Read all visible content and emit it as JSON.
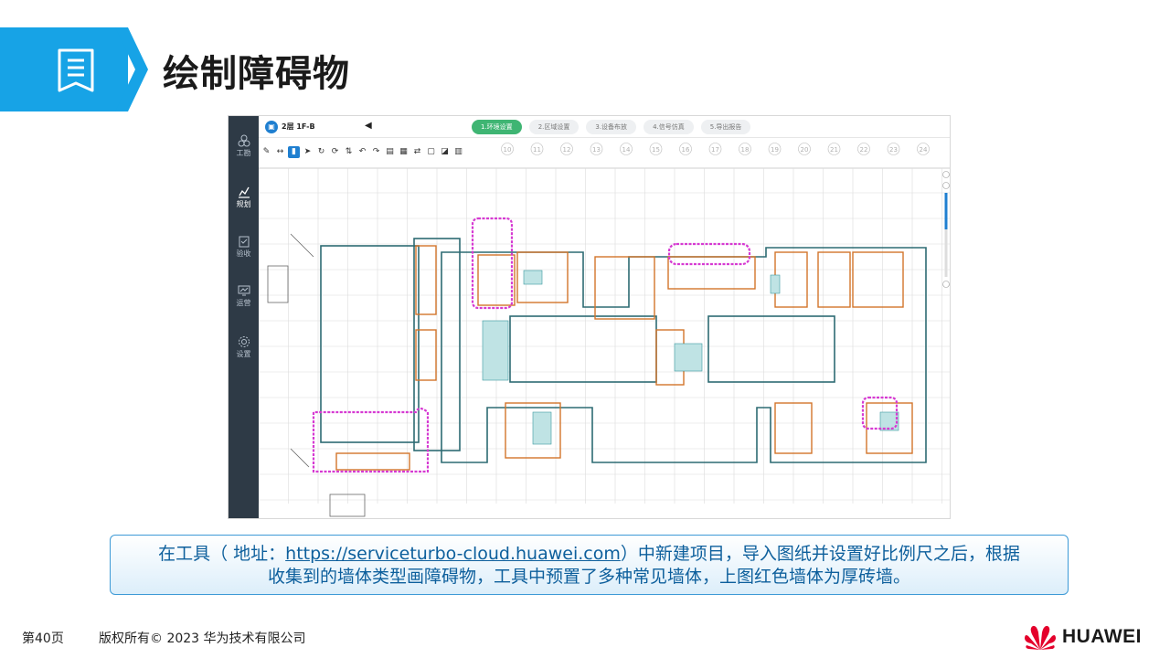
{
  "slide": {
    "title": "绘制障碍物",
    "page_number": "第40页",
    "copyright": "版权所有© 2023 华为技术有限公司",
    "brand": "HUAWEI",
    "accent_color": "#17a3e6",
    "title_icon": "document-icon"
  },
  "app": {
    "project_name": "2层 1F-B",
    "sidebar": [
      {
        "label": "工勘",
        "icon": "cluster-icon"
      },
      {
        "label": "规划",
        "icon": "plan-icon"
      },
      {
        "label": "验收",
        "icon": "checklist-icon"
      },
      {
        "label": "运营",
        "icon": "monitor-icon"
      },
      {
        "label": "设置",
        "icon": "gear-icon"
      }
    ],
    "steps": [
      {
        "label": "1.环境设置",
        "active": true
      },
      {
        "label": "2.区域设置",
        "active": false
      },
      {
        "label": "3.设备布放",
        "active": false
      },
      {
        "label": "4.信号仿真",
        "active": false
      },
      {
        "label": "5.导出报告",
        "active": false
      }
    ],
    "grid_columns": [
      "10",
      "11",
      "12",
      "13",
      "14",
      "15",
      "16",
      "17",
      "18",
      "19",
      "20",
      "21",
      "22",
      "23",
      "24"
    ]
  },
  "caption": {
    "before": "在工具（ 地址：",
    "link": "https://serviceturbo-cloud.huawei.com",
    "after_line1": "）中新建项目，导入图纸并设置好比例尺之后，根据",
    "line2": "收集到的墙体类型画障碍物，工具中预置了多种常见墙体，上图红色墙体为厚砖墙。"
  }
}
